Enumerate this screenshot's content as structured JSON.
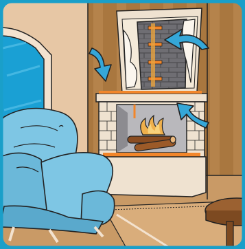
{
  "scene": {
    "subject": "fireplace-insulation-illustration",
    "elements": [
      "window",
      "armchair",
      "chimney-breast",
      "fireplace",
      "fire",
      "logs",
      "rug",
      "side-table",
      "airflow-arrows"
    ]
  },
  "colors": {
    "frame": "#1a9fc9",
    "wall": "#a9773f",
    "wall_stripe": "#b9874e",
    "floor": "#c99a66",
    "panel": "#e7c7a5",
    "stone": "#f1e3cc",
    "brick": "#6f6e73",
    "chair": "#7ec6e4",
    "arrow": "#35a7d8",
    "accent": "#f2862a",
    "fire": "#efb04c",
    "outline": "#222222"
  }
}
